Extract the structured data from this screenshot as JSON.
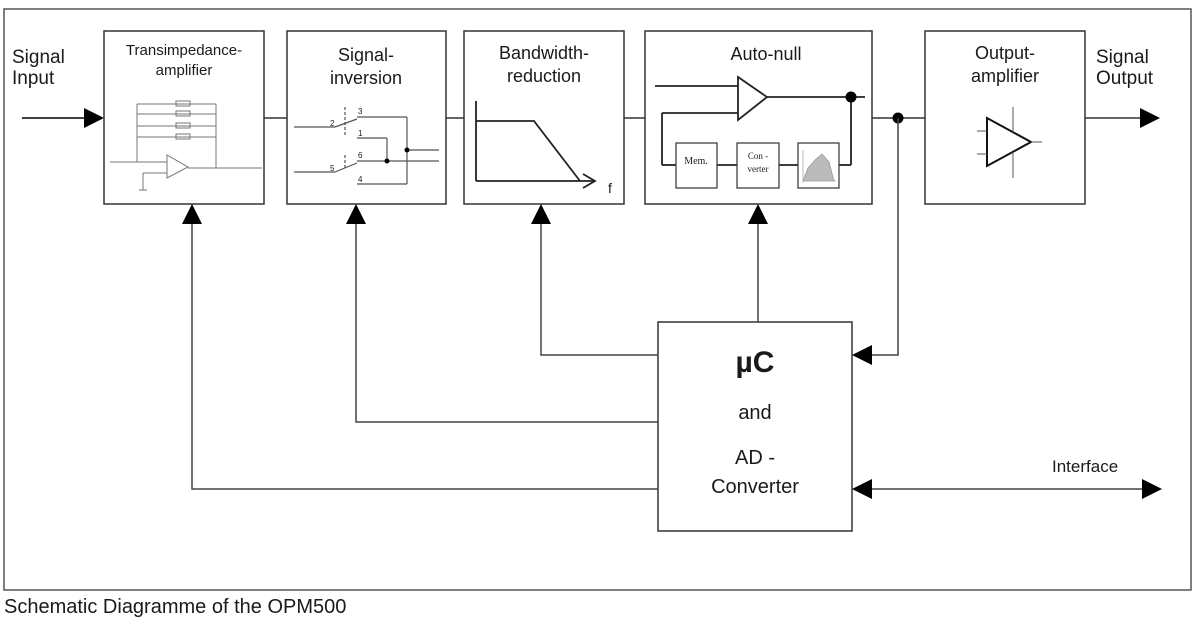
{
  "diagram": {
    "input_label": [
      "Signal",
      "Input"
    ],
    "output_label": [
      "Signal",
      "Output"
    ],
    "interface_label": "Interface",
    "blocks": {
      "transimpedance": [
        "Transimpedance-",
        "amplifier"
      ],
      "inversion": [
        "Signal-",
        "inversion"
      ],
      "bandwidth": [
        "Bandwidth-",
        "reduction"
      ],
      "autonull": [
        "Auto-null"
      ],
      "output": [
        "Output-",
        "amplifier"
      ]
    },
    "autonull_sub": {
      "mem": "Mem.",
      "converter": [
        "Con -",
        "verter"
      ]
    },
    "bandwidth_axis_label": "f",
    "inversion_pins": [
      "2",
      "3",
      "1",
      "5",
      "6",
      "4"
    ],
    "controller": {
      "title": "µC",
      "line2": "and",
      "line3": "AD -",
      "line4": "Converter"
    }
  },
  "caption": "Schematic Diagramme of the OPM500"
}
